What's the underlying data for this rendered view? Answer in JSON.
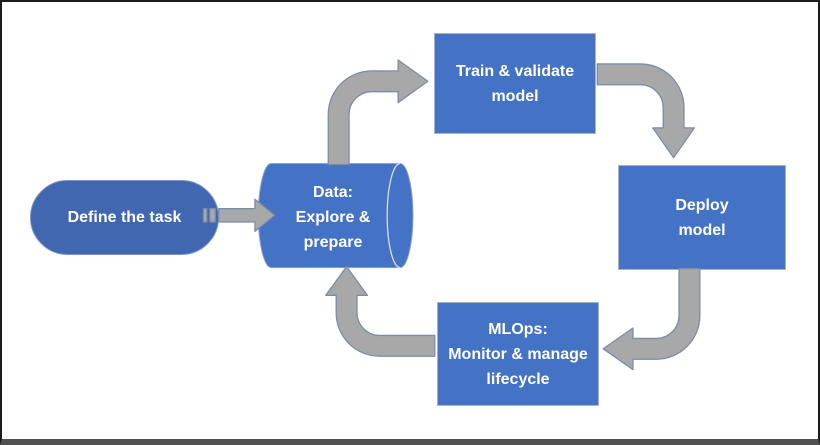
{
  "diagram": {
    "nodes": {
      "define_task": {
        "shape": "stadium",
        "label": "Define the task"
      },
      "data": {
        "shape": "cylinder",
        "lines": [
          "Data:",
          "Explore &",
          "prepare"
        ]
      },
      "train": {
        "shape": "rectangle",
        "lines": [
          "Train & validate",
          "model"
        ]
      },
      "deploy": {
        "shape": "rectangle",
        "lines": [
          "Deploy",
          "model"
        ]
      },
      "mlops": {
        "shape": "rectangle",
        "lines": [
          "MLOps:",
          "Monitor & manage",
          "lifecycle"
        ]
      }
    },
    "edges": [
      {
        "from": "define_task",
        "to": "data",
        "style": "striped-block-arrow"
      },
      {
        "from": "data",
        "to": "train",
        "style": "curved-elbow-arrow"
      },
      {
        "from": "train",
        "to": "deploy",
        "style": "curved-elbow-arrow"
      },
      {
        "from": "deploy",
        "to": "mlops",
        "style": "curved-elbow-arrow"
      },
      {
        "from": "mlops",
        "to": "data",
        "style": "curved-elbow-arrow"
      }
    ]
  },
  "colors": {
    "node_fill": "#4472c4",
    "start_fill": "#4067af",
    "node_border": "#a9b2bf",
    "arrow_fill": "#a8a8a8",
    "arrow_stroke": "#7b8cab",
    "cylinder_line": "#d9dfeb",
    "text": "#ffffff",
    "frame_border": "#1c1c1c",
    "frame_bottom": "#505050"
  }
}
